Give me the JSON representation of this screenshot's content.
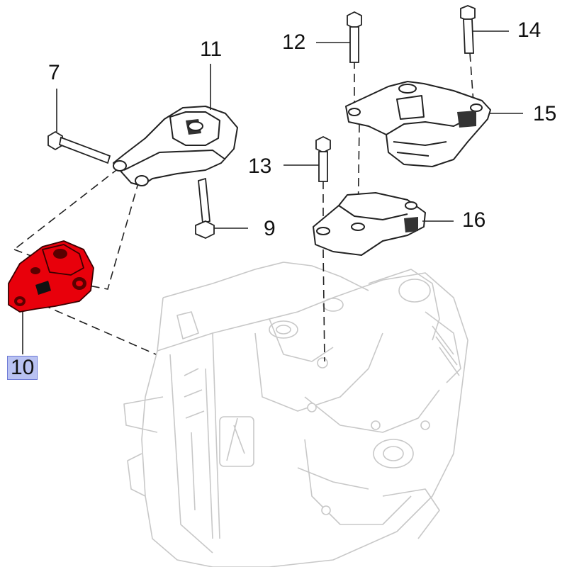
{
  "callouts": [
    {
      "id": "7",
      "label": "7",
      "selected": false
    },
    {
      "id": "9",
      "label": "9",
      "selected": false
    },
    {
      "id": "10",
      "label": "10",
      "selected": true
    },
    {
      "id": "11",
      "label": "11",
      "selected": false
    },
    {
      "id": "12",
      "label": "12",
      "selected": false
    },
    {
      "id": "13",
      "label": "13",
      "selected": false
    },
    {
      "id": "14",
      "label": "14",
      "selected": false
    },
    {
      "id": "15",
      "label": "15",
      "selected": false
    },
    {
      "id": "16",
      "label": "16",
      "selected": false
    }
  ],
  "colors": {
    "highlighted_part": "#e8000b",
    "selected_label_background": "#b9c2f2",
    "line_art": "#222222",
    "background_art": "#c8c8c8"
  }
}
